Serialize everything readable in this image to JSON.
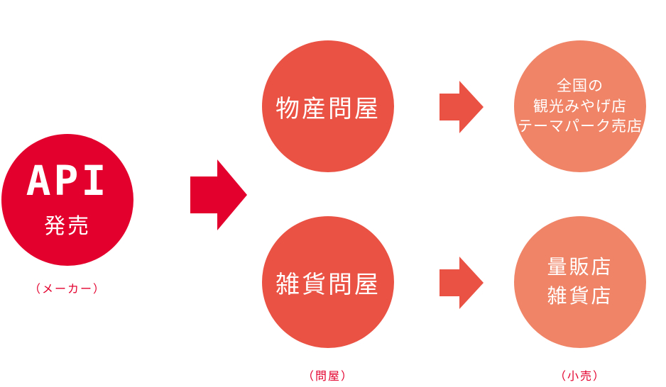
{
  "colors": {
    "maker": "#e3002d",
    "wholesale": "#ea5244",
    "retail": "#ef8467",
    "arrow_main": "#e3002d",
    "arrow_secondary": "#ea5244"
  },
  "maker": {
    "brand": "API",
    "role": "発売",
    "caption": "（メーカー）"
  },
  "wholesale": {
    "items": [
      "物産問屋",
      "雑貨問屋"
    ],
    "caption": "（問屋）"
  },
  "retail": {
    "item1": {
      "lines": [
        "全国の",
        "観光みやげ店",
        "テーマパーク売店"
      ]
    },
    "item2": {
      "lines": [
        "量販店",
        "雑貨店"
      ]
    },
    "caption": "（小売）"
  }
}
